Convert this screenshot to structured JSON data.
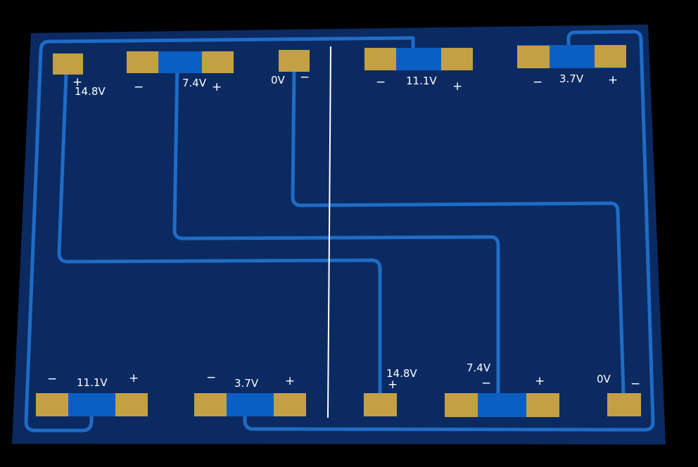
{
  "colors": {
    "board": "#0b2a62",
    "trace": "#1f6cc6",
    "pad": "#c4a044",
    "body": "#0b5fc3",
    "divider": "#ffffff",
    "text": "#ffffff"
  },
  "top": {
    "pad_14v8_plus": "+",
    "pad_14v8_voltage": "14.8V",
    "cell_7v4_minus": "−",
    "cell_7v4_voltage": "7.4V",
    "cell_7v4_plus": "+",
    "pad_0v_voltage": "0V",
    "pad_0v_minus": "−",
    "cell_11v1_minus": "−",
    "cell_11v1_voltage": "11.1V",
    "cell_11v1_plus": "+",
    "cell_3v7_minus": "−",
    "cell_3v7_voltage": "3.7V",
    "cell_3v7_plus": "+"
  },
  "bottom": {
    "cell_11v1_minus": "−",
    "cell_11v1_voltage": "11.1V",
    "cell_11v1_plus": "+",
    "cell_3v7_minus": "−",
    "cell_3v7_voltage": "3.7V",
    "cell_3v7_plus": "+",
    "pad_14v8_voltage": "14.8V",
    "pad_14v8_plus": "+",
    "cell_7v4_voltage": "7.4V",
    "cell_7v4_minus": "−",
    "cell_7v4_plus": "+",
    "pad_0v_voltage": "0V",
    "pad_0v_minus": "−"
  }
}
